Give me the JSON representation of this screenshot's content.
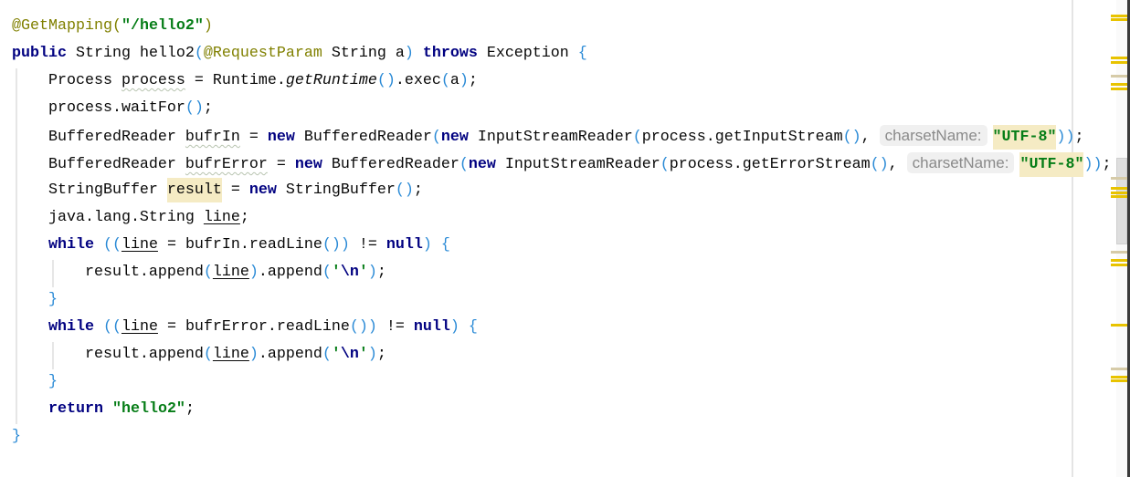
{
  "editor": {
    "lines": [
      [
        [
          "@GetMapping",
          "a"
        ],
        [
          "(",
          "a"
        ],
        [
          "\"/hello2\"",
          "s"
        ],
        [
          ")",
          "a"
        ]
      ],
      [
        [
          "public",
          "k"
        ],
        [
          " String hello2",
          ""
        ],
        [
          "(",
          "p"
        ],
        [
          "@RequestParam",
          "a"
        ],
        [
          " String a",
          ""
        ],
        [
          ")",
          "p"
        ],
        [
          " ",
          ""
        ],
        [
          "throws",
          "k"
        ],
        [
          " Exception ",
          ""
        ],
        [
          "{",
          "p"
        ]
      ],
      [
        [
          "    Process ",
          ""
        ],
        [
          "process",
          "w"
        ],
        [
          " = Runtime.",
          ""
        ],
        [
          "getRuntime",
          "i"
        ],
        [
          "()",
          "p"
        ],
        [
          ".exec",
          ""
        ],
        [
          "(",
          "p"
        ],
        [
          "a",
          ""
        ],
        [
          ")",
          "p"
        ],
        [
          ";",
          ""
        ]
      ],
      [
        [
          "    process.waitFor",
          ""
        ],
        [
          "()",
          "p"
        ],
        [
          ";",
          ""
        ]
      ],
      [
        [
          "    BufferedReader ",
          ""
        ],
        [
          "bufrIn",
          "w"
        ],
        [
          " = ",
          ""
        ],
        [
          "new",
          "k"
        ],
        [
          " BufferedReader",
          ""
        ],
        [
          "(",
          "p"
        ],
        [
          "new",
          "k"
        ],
        [
          " InputStreamReader",
          ""
        ],
        [
          "(",
          "p"
        ],
        [
          "process.getInputStream",
          ""
        ],
        [
          "()",
          "p"
        ],
        [
          ", ",
          ""
        ],
        [
          "charsetName:",
          "hint"
        ],
        [
          "\"UTF-8\"",
          "sh"
        ],
        [
          "))",
          "p"
        ],
        [
          ";",
          ""
        ]
      ],
      [
        [
          "    BufferedReader ",
          ""
        ],
        [
          "bufrError",
          "w"
        ],
        [
          " = ",
          ""
        ],
        [
          "new",
          "k"
        ],
        [
          " BufferedReader",
          ""
        ],
        [
          "(",
          "p"
        ],
        [
          "new",
          "k"
        ],
        [
          " InputStreamReader",
          ""
        ],
        [
          "(",
          "p"
        ],
        [
          "process.getErrorStream",
          ""
        ],
        [
          "()",
          "p"
        ],
        [
          ", ",
          ""
        ],
        [
          "charsetName:",
          "hint"
        ],
        [
          "\"UTF-8\"",
          "sh"
        ],
        [
          "))",
          "p"
        ],
        [
          ";",
          ""
        ]
      ],
      [
        [
          "    StringBuffer ",
          ""
        ],
        [
          "result",
          "h"
        ],
        [
          " = ",
          ""
        ],
        [
          "new",
          "k"
        ],
        [
          " StringBuffer",
          ""
        ],
        [
          "()",
          "p"
        ],
        [
          ";",
          ""
        ]
      ],
      [
        [
          "    java.lang.String ",
          ""
        ],
        [
          "line",
          "u"
        ],
        [
          ";",
          ""
        ]
      ],
      [
        [
          "    ",
          ""
        ],
        [
          "while",
          "k"
        ],
        [
          " ",
          ""
        ],
        [
          "((",
          "p"
        ],
        [
          "line",
          "u"
        ],
        [
          " = bufrIn.readLine",
          ""
        ],
        [
          "())",
          "p"
        ],
        [
          " != ",
          ""
        ],
        [
          "null",
          "k"
        ],
        [
          ")",
          "p"
        ],
        [
          " ",
          ""
        ],
        [
          "{",
          "p"
        ]
      ],
      [
        [
          "        result.append",
          ""
        ],
        [
          "(",
          "p"
        ],
        [
          "line",
          "u"
        ],
        [
          ")",
          "p"
        ],
        [
          ".append",
          ""
        ],
        [
          "(",
          "p"
        ],
        [
          "'",
          "s"
        ],
        [
          "\\n",
          "k"
        ],
        [
          "'",
          "s"
        ],
        [
          ")",
          "p"
        ],
        [
          ";",
          ""
        ]
      ],
      [
        [
          "    ",
          ""
        ],
        [
          "}",
          "p"
        ]
      ],
      [
        [
          "    ",
          ""
        ],
        [
          "while",
          "k"
        ],
        [
          " ",
          ""
        ],
        [
          "((",
          "p"
        ],
        [
          "line",
          "u"
        ],
        [
          " = bufrError.readLine",
          ""
        ],
        [
          "())",
          "p"
        ],
        [
          " != ",
          ""
        ],
        [
          "null",
          "k"
        ],
        [
          ")",
          "p"
        ],
        [
          " ",
          ""
        ],
        [
          "{",
          "p"
        ]
      ],
      [
        [
          "        result.append",
          ""
        ],
        [
          "(",
          "p"
        ],
        [
          "line",
          "u"
        ],
        [
          ")",
          "p"
        ],
        [
          ".append",
          ""
        ],
        [
          "(",
          "p"
        ],
        [
          "'",
          "s"
        ],
        [
          "\\n",
          "k"
        ],
        [
          "'",
          "s"
        ],
        [
          ")",
          "p"
        ],
        [
          ";",
          ""
        ]
      ],
      [
        [
          "    ",
          ""
        ],
        [
          "}",
          "p"
        ]
      ],
      [
        [
          "    ",
          ""
        ],
        [
          "return",
          "k"
        ],
        [
          " ",
          ""
        ],
        [
          "\"hello2\"",
          "s"
        ],
        [
          ";",
          ""
        ]
      ],
      [
        [
          "}",
          "p"
        ]
      ]
    ]
  },
  "colors": {
    "keyword": "#000080",
    "string": "#067d17",
    "annotation": "#808000",
    "bracket": "#2a8ad6",
    "highlight": "#f5ebc4",
    "marker": "#e8c300"
  }
}
